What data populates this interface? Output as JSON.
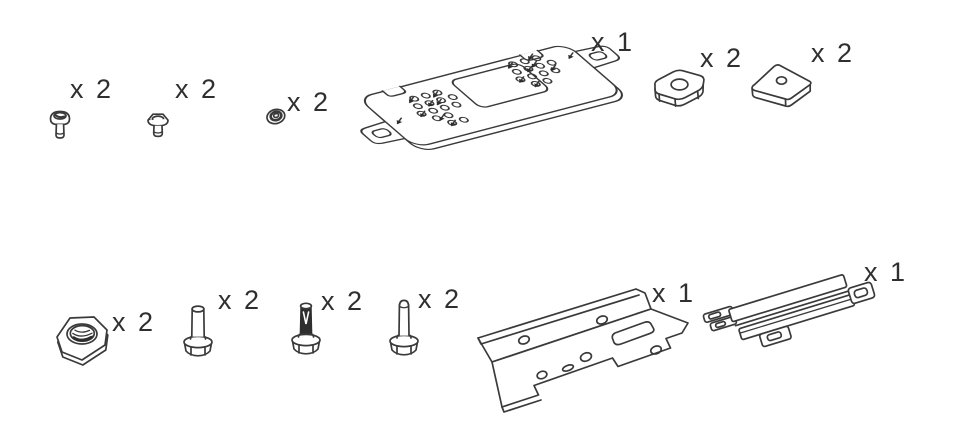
{
  "diagram": {
    "colors": {
      "background": "#ffffff",
      "line": "#3a3a3a",
      "text": "#2f2f2f"
    },
    "parts": [
      {
        "name": "button-head-screw",
        "qty": "x 2"
      },
      {
        "name": "hex-flange-screw",
        "qty": "x 2"
      },
      {
        "name": "washer-grommet",
        "qty": "x 2"
      },
      {
        "name": "mounting-plate",
        "qty": "x 1"
      },
      {
        "name": "square-nut",
        "qty": "x 2"
      },
      {
        "name": "square-spacer-plate",
        "qty": "x 2"
      },
      {
        "name": "hex-nut",
        "qty": "x 2"
      },
      {
        "name": "flange-bolt-short",
        "qty": "x 2"
      },
      {
        "name": "flange-bolt-threaded",
        "qty": "x 2"
      },
      {
        "name": "flange-bolt-long",
        "qty": "x 2"
      },
      {
        "name": "l-bracket",
        "qty": "x 1"
      },
      {
        "name": "rail-bracket",
        "qty": "x 1"
      }
    ]
  }
}
